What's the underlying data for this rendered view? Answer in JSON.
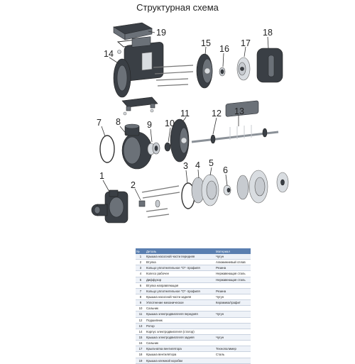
{
  "title": "Структурная схема",
  "callouts": [
    "1",
    "2",
    "3",
    "4",
    "5",
    "6",
    "7",
    "8",
    "9",
    "10",
    "11",
    "12",
    "13",
    "14",
    "15",
    "16",
    "17",
    "18",
    "19"
  ],
  "table": {
    "headers": [
      "№",
      "Деталь",
      "Материал"
    ],
    "rows": [
      [
        "1",
        "Крышка насосной части передняя",
        "Чугун"
      ],
      [
        "2",
        "Втулка",
        "Алюминиевый сплав"
      ],
      [
        "3",
        "Кольцо уплотнительное \"O\"- профиля",
        "Резина"
      ],
      [
        "4",
        "Колесо рабочее",
        "Нержавеющая сталь"
      ],
      [
        "5",
        "Диффузор",
        "Нержавеющая сталь"
      ],
      [
        "6",
        "Втулка направляющая",
        ""
      ],
      [
        "7",
        "Кольцо уплотнительное \"O\"- профиля",
        "Резина"
      ],
      [
        "8",
        "Крышка насосной части задняя",
        "Чугун"
      ],
      [
        "9",
        "Уплотнение механическое",
        "Керамика/графит"
      ],
      [
        "10",
        "Сальник",
        ""
      ],
      [
        "11",
        "Крышка электродвигателя передняя",
        "Чугун"
      ],
      [
        "12",
        "Подшипник",
        ""
      ],
      [
        "13",
        "Ротор",
        ""
      ],
      [
        "14",
        "Корпус электродвигателя (статор)",
        ""
      ],
      [
        "15",
        "Крышка электродвигателя задняя",
        "Чугун"
      ],
      [
        "16",
        "Сальник",
        ""
      ],
      [
        "17",
        "Крыльчатка вентилятора",
        "Технополимер"
      ],
      [
        "18",
        "Крышка вентилятора",
        "Сталь"
      ],
      [
        "19",
        "Крышка клемной коробки",
        ""
      ]
    ]
  }
}
